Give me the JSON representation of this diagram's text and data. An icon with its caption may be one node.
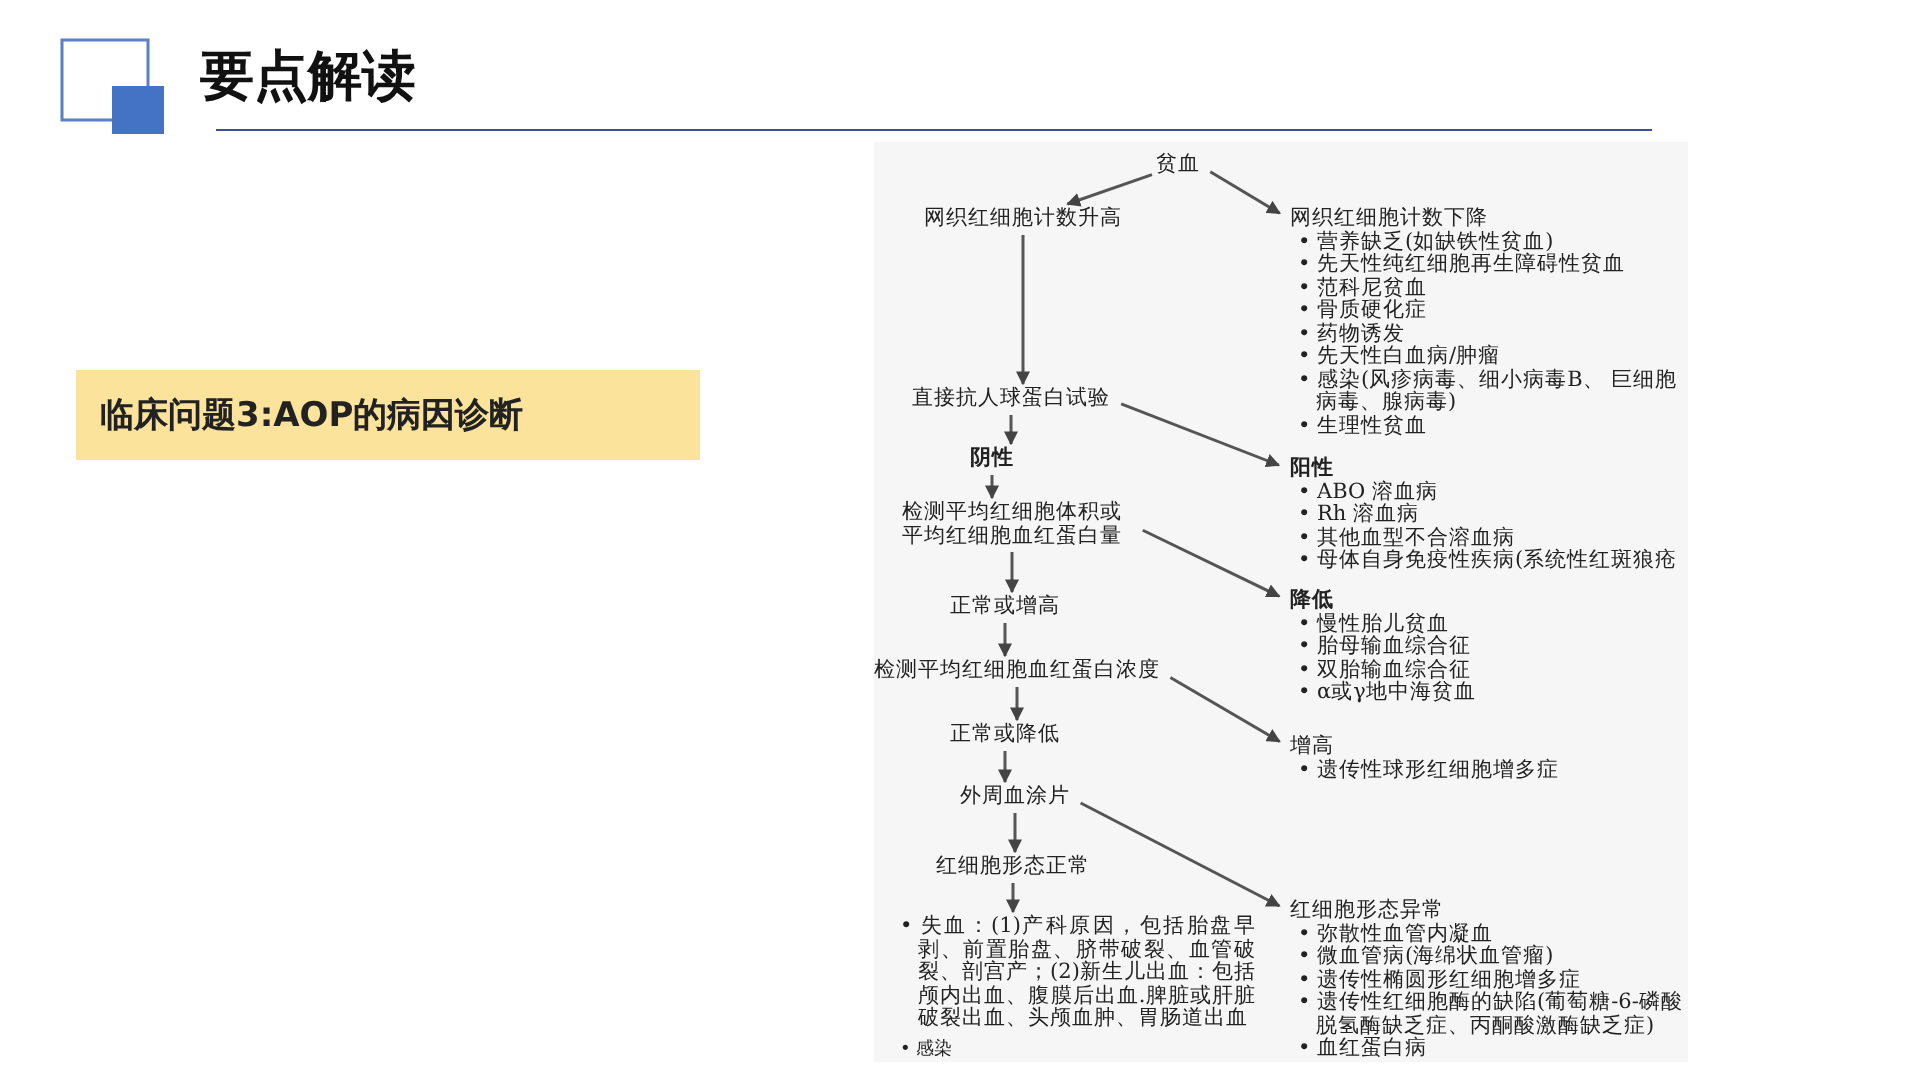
{
  "diagram": {
    "title": "要点解读",
    "nodes": [
      {
        "text": [
          "临床问题3:AOP的病因诊断"
        ]
      },
      {
        "text": [
          "贫血"
        ]
      },
      {
        "text": [
          "网织红细胞计数升高"
        ]
      },
      {
        "text": [
          "网织红细胞计数下降",
          "• 营养缺乏(如缺铁性贫血)",
          "• 先天性纯红细胞再生障碍性贫血",
          "• 范科尼贫血",
          "• 骨质硬化症",
          "• 药物诱发",
          "• 先天性白血病/肿瘤",
          "• 感染(风疹病毒、细小病毒B、 巨细胞病毒、腺病毒)",
          "• 生理性贫血"
        ]
      },
      {
        "text": [
          "直接抗人球蛋白试验"
        ]
      },
      {
        "text": [
          "阴性"
        ]
      },
      {
        "text": [
          "阳性",
          "• ABO 溶血病",
          "• Rh 溶血病",
          "• 其他血型不合溶血病",
          "• 母体自身免疫性疾病(系统性红斑狼疮"
        ]
      },
      {
        "text": [
          "检测平均红细胞体积或平均红细胞血红蛋白量"
        ]
      },
      {
        "text": [
          "正常或增高"
        ]
      },
      {
        "text": [
          "降低",
          "• 慢性胎儿贫血",
          "• 胎母输血综合征",
          "• 双胎输血综合征",
          "• α或γ地中海贫血"
        ]
      },
      {
        "text": [
          "检测平均红细胞血红蛋白浓度"
        ]
      },
      {
        "text": [
          "正常或降低"
        ]
      },
      {
        "text": [
          "增高",
          "• 遗传性球形红细胞增多症"
        ]
      },
      {
        "text": [
          "外周血涂片"
        ]
      },
      {
        "text": [
          "红细胞形态正常"
        ]
      },
      {
        "text": [
          "• 失血：(1)产科原因，包括胎盘早剥、前置胎盘、脐带破裂、血管破裂、剖宫产；(2)新生儿出血：包括颅内出血、腹膜后出血.脾脏或肝脏破裂出血、头颅血肿、胃肠道出血",
          "• 感染"
        ]
      },
      {
        "text": [
          "红细胞形态异常",
          "• 弥散性血管内凝血",
          "• 微血管病(海绵状血管瘤)",
          "• 遗传性椭圆形红细胞增多症",
          "• 遗传性红细胞酶的缺陷(葡萄糖-6-磷酸脱氢酶缺乏症、丙酮酸激酶缺乏症)",
          "• 血红蛋白病"
        ]
      }
    ],
    "edges": [
      {
        "from": 1,
        "to": 2,
        "arrow": "to"
      },
      {
        "from": 1,
        "to": 3,
        "arrow": "to"
      },
      {
        "from": 2,
        "to": 4,
        "arrow": "to"
      },
      {
        "from": 4,
        "to": 5,
        "arrow": "to"
      },
      {
        "from": 4,
        "to": 6,
        "arrow": "to"
      },
      {
        "from": 5,
        "to": 7,
        "arrow": "to"
      },
      {
        "from": 7,
        "to": 8,
        "arrow": "to"
      },
      {
        "from": 7,
        "to": 9,
        "arrow": "to"
      },
      {
        "from": 8,
        "to": 10,
        "arrow": "to"
      },
      {
        "from": 10,
        "to": 11,
        "arrow": "to"
      },
      {
        "from": 10,
        "to": 12,
        "arrow": "to"
      },
      {
        "from": 11,
        "to": 13,
        "arrow": "to"
      },
      {
        "from": 13,
        "to": 14,
        "arrow": "to"
      },
      {
        "from": 13,
        "to": 16,
        "arrow": "to"
      },
      {
        "from": 14,
        "to": 15,
        "arrow": "to"
      }
    ]
  }
}
